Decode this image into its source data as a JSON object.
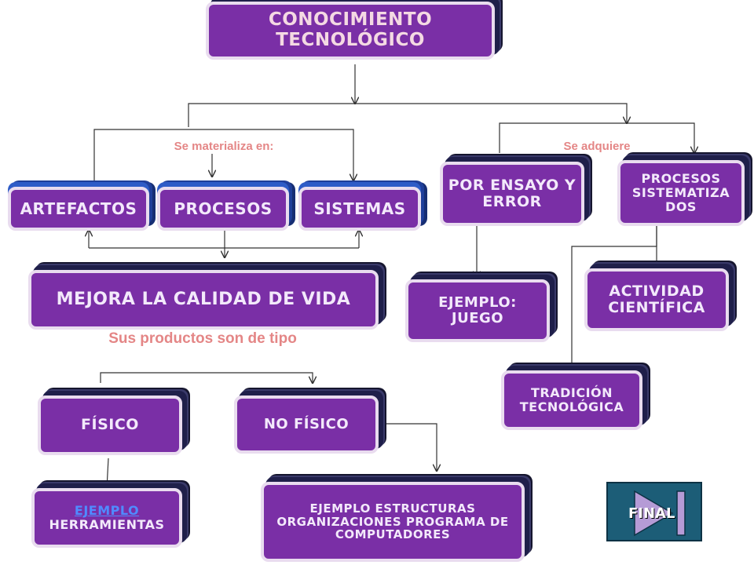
{
  "nodes": {
    "root": "Conocimiento tecnológico",
    "artefactos": "Artefactos",
    "procesos": "Procesos",
    "sistemas": "Sistemas",
    "mejora": "Mejora la calidad de vida",
    "fisico": "Físico",
    "no_fisico": "No físico",
    "ejemplo_link": "Ejemplo",
    "herramientas": "herramientas",
    "ejemplo_estructuras": "Ejemplo estructuras organizaciones programa de computadores",
    "ensayo": "Por ensayo y error",
    "sistematizados": "Procesos sistematiza dos",
    "juego": "Ejemplo: juego",
    "cientifica": "Actividad científica",
    "tradicion": "Tradición tecnológica"
  },
  "labels": {
    "materializa": "Se materializa en:",
    "adquiere": "Se adquiere",
    "productos": "Sus productos son de tipo"
  },
  "final_button": {
    "label": "Final",
    "icon": "end-skip-icon"
  },
  "colors": {
    "box": "#7a2fa6",
    "label": "#e48686",
    "final_bg": "#1c5d77"
  }
}
